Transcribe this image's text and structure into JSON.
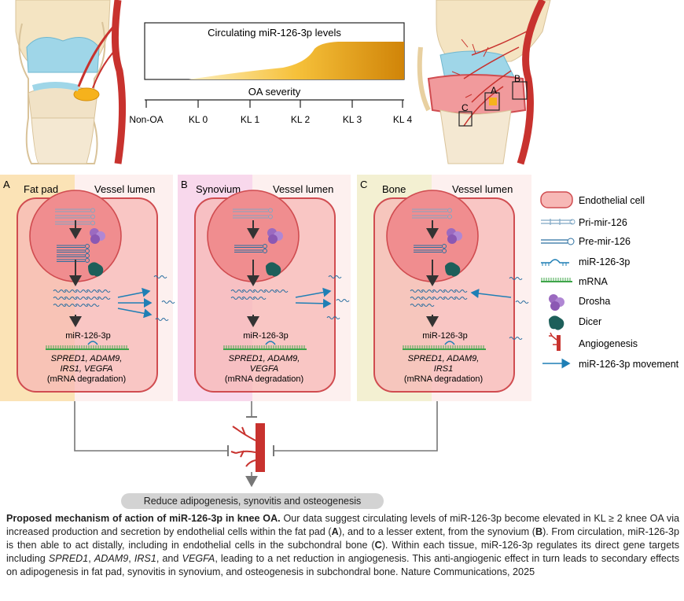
{
  "severity": {
    "title": "Circulating miR-126-3p levels",
    "axis_label": "OA severity",
    "ticks": [
      "Non-OA",
      "KL 0",
      "KL 1",
      "KL 2",
      "KL 3",
      "KL 4"
    ]
  },
  "knee_labels": {
    "a": "A",
    "b": "B",
    "c": "C"
  },
  "panels": [
    {
      "letter": "A",
      "tissue": "Fat pad",
      "lumen": "Vessel lumen",
      "mirna": "miR-126-3p",
      "genes": "SPRED1, ADAM9,",
      "genes2": "IRS1, VEGFA",
      "degradation": "(mRNA degradation)"
    },
    {
      "letter": "B",
      "tissue": "Synovium",
      "lumen": "Vessel lumen",
      "mirna": "miR-126-3p",
      "genes": "SPRED1, ADAM9,",
      "genes2": "VEGFA",
      "degradation": "(mRNA degradation)"
    },
    {
      "letter": "C",
      "tissue": "Bone",
      "lumen": "Vessel lumen",
      "mirna": "miR-126-3p",
      "genes": "SPRED1, ADAM9,",
      "genes2": "IRS1",
      "degradation": "(mRNA degradation)"
    }
  ],
  "legend": [
    {
      "label": "Endothelial cell",
      "icon": "endothelial-cell-icon"
    },
    {
      "label": "Pri-mir-126",
      "icon": "pri-mir-icon"
    },
    {
      "label": "Pre-mir-126",
      "icon": "pre-mir-icon"
    },
    {
      "label": "miR-126-3p",
      "icon": "mirna-icon"
    },
    {
      "label": "mRNA",
      "icon": "mrna-icon"
    },
    {
      "label": "Drosha",
      "icon": "drosha-icon"
    },
    {
      "label": "Dicer",
      "icon": "dicer-icon"
    },
    {
      "label": "Angiogenesis",
      "icon": "angiogenesis-icon"
    },
    {
      "label": "miR-126-3p movement",
      "icon": "movement-arrow-icon"
    }
  ],
  "outcome": "Reduce adipogenesis, synovitis and osteogenesis",
  "caption": {
    "bold": "Proposed mechanism of action of miR-126-3p in knee OA.",
    "t1": " Our data suggest circulating levels of miR-126-3p become elevated in KL ≥ 2 knee OA via increased production and secretion by endothelial cells within the fat pad (",
    "a": "A",
    "t2": "), and to a lesser extent, from the synovium (",
    "b": "B",
    "t3": "). From circulation, miR-126-3p is then able to act distally, including in endothelial cells in the subchondral bone (",
    "c": "C",
    "t4": "). Within each tissue, miR-126-3p regulates its direct gene targets including ",
    "g1": "SPRED1",
    "s1": ", ",
    "g2": "ADAM9",
    "s2": ", ",
    "g3": "IRS1",
    "s3": ", and ",
    "g4": "VEGFA",
    "t5": ", leading to a net reduction in angiogenesis. This anti-angiogenic effect in turn leads to secondary effects on adipogenesis in fat pad, synovitis in synovium, and osteogenesis in subchondral bone. Nature Communications, 2025"
  },
  "colors": {
    "fat": "#fbe3b6",
    "synovium": "#f8d8ec",
    "bone": "#f3f0d2",
    "lumen": "#fdf0ef",
    "cell": "#f7b8b6",
    "cell_border": "#d04c50",
    "nucleus": "#f08d8f",
    "arrow_blue": "#1f7fb5",
    "vessel": "#c8322e",
    "gradient_start": "#fde8a2",
    "gradient_end": "#d5880a"
  }
}
